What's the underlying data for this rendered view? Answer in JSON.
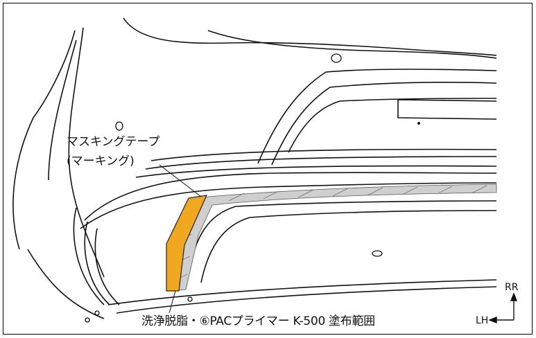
{
  "annotations": {
    "masking_tape_line1": "マスキングテープ",
    "masking_tape_line2": "(マーキング)",
    "primer_range": "洗浄脱脂・⑥PACプライマー K-500 塗布範囲"
  },
  "orientation": {
    "up": "RR",
    "left": "LH"
  },
  "colors": {
    "masking_tape": "#f0a820",
    "primer_area": "#cfcfcf",
    "outline": "#111111"
  }
}
